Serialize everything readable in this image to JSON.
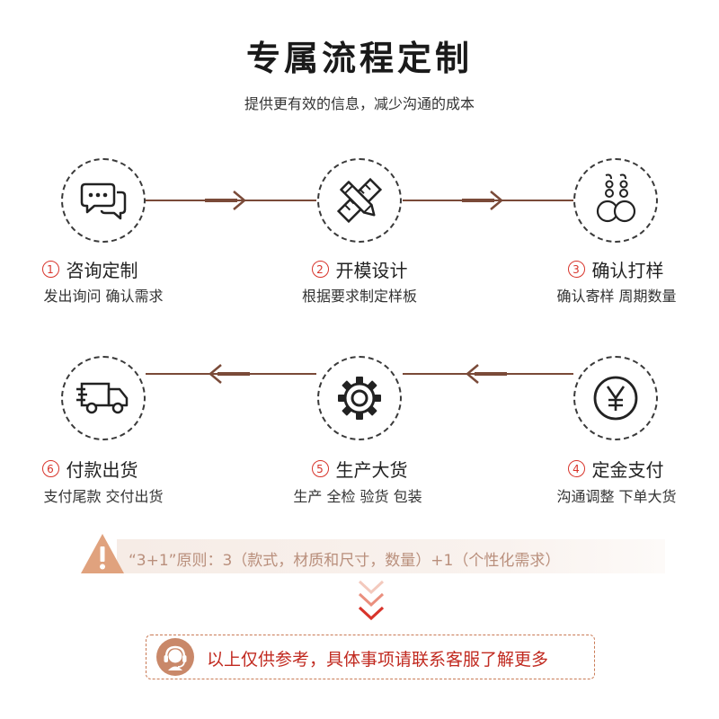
{
  "header": {
    "title": "专属流程定制",
    "subtitle": "提供更有效的信息，减少沟通的成本"
  },
  "steps": [
    {
      "number": "1",
      "title": "咨询定制",
      "desc": "发出询问 确认需求",
      "icon": "chat-bubbles-icon"
    },
    {
      "number": "2",
      "title": "开模设计",
      "desc": "根据要求制定样板",
      "icon": "ruler-pencil-icon"
    },
    {
      "number": "3",
      "title": "确认打样",
      "desc": "确认寄样 周期数量",
      "icon": "earrings-icon"
    },
    {
      "number": "4",
      "title": "定金支付",
      "desc": "沟通调整 下单大货",
      "icon": "yen-coin-icon"
    },
    {
      "number": "5",
      "title": "生产大货",
      "desc": "生产 全检 验货 包装",
      "icon": "gear-icon"
    },
    {
      "number": "6",
      "title": "付款出货",
      "desc": "支付尾款 交付出货",
      "icon": "delivery-truck-icon"
    }
  ],
  "note": {
    "text": "“3+1”原则：3（款式，材质和尺寸，数量）+1（个性化需求）",
    "icon": "warning-icon"
  },
  "contact": {
    "text": "以上仅供参考，具体事项请联系客服了解更多",
    "icon": "customer-service-icon"
  },
  "colors": {
    "accent_brown": "#7a4a38",
    "number_red": "#d8342b",
    "note_text": "#b98f7c",
    "warning_orange": "#e0a27e",
    "contact_red": "#c12a20",
    "contact_border": "#c97a55"
  }
}
